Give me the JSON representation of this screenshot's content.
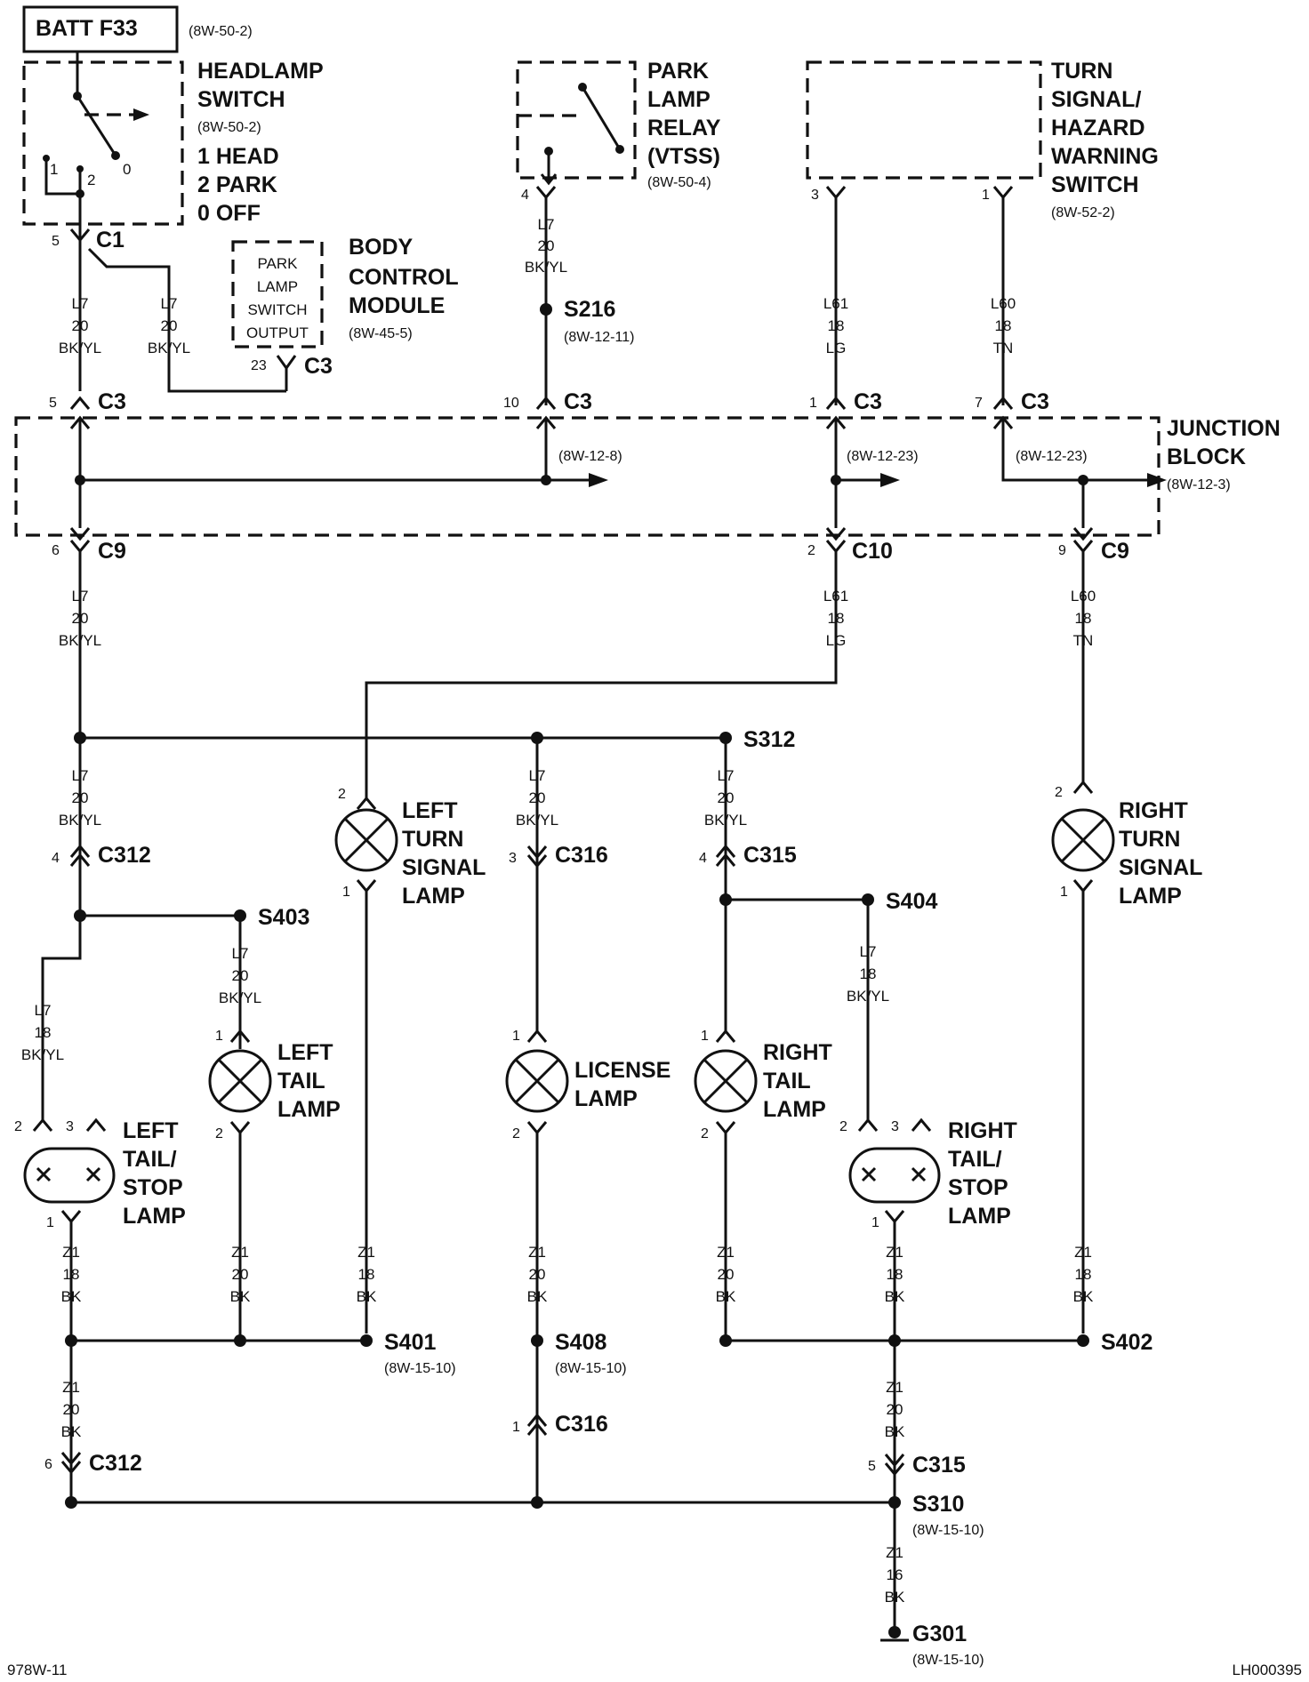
{
  "fuse": {
    "label": "BATT F33",
    "ref": "(8W-50-2)"
  },
  "headlamp_switch": {
    "title": [
      "HEADLAMP",
      "SWITCH"
    ],
    "ref": "(8W-50-2)",
    "positions": [
      "1 HEAD",
      "2 PARK",
      "0 OFF"
    ],
    "contact_labels": [
      "1",
      "2",
      "0"
    ],
    "pin": "5",
    "connector": "C1"
  },
  "park_lamp_relay": {
    "title": [
      "PARK",
      "LAMP",
      "RELAY",
      "(VTSS)"
    ],
    "ref": "(8W-50-4)",
    "pin": "4"
  },
  "turn_hazard_switch": {
    "title": [
      "TURN",
      "SIGNAL/",
      "HAZARD",
      "WARNING",
      "SWITCH"
    ],
    "ref": "(8W-52-2)",
    "pins": [
      "3",
      "1"
    ]
  },
  "body_control_module": {
    "title": [
      "BODY",
      "CONTROL",
      "MODULE"
    ],
    "ref": "(8W-45-5)",
    "inner_text": [
      "PARK",
      "LAMP",
      "SWITCH",
      "OUTPUT"
    ],
    "pin": "23",
    "connector": "C3"
  },
  "splices_top": {
    "s216": {
      "label": "S216",
      "ref": "(8W-12-11)"
    }
  },
  "junction_block": {
    "title": [
      "JUNCTION",
      "BLOCK"
    ],
    "ref": "(8W-12-3)",
    "internal_refs": [
      "(8W-12-8)",
      "(8W-12-23)",
      "(8W-12-23)"
    ],
    "top_connectors": [
      {
        "pin": "5",
        "name": "C3"
      },
      {
        "pin": "10",
        "name": "C3"
      },
      {
        "pin": "1",
        "name": "C3"
      },
      {
        "pin": "7",
        "name": "C3"
      }
    ],
    "bottom_connectors": [
      {
        "pin": "6",
        "name": "C9"
      },
      {
        "pin": "2",
        "name": "C10"
      },
      {
        "pin": "9",
        "name": "C9"
      }
    ]
  },
  "wires": {
    "l7_20_bkyl": [
      "L7",
      "20",
      "BK/YL"
    ],
    "l7_18_bkyl": [
      "L7",
      "18",
      "BK/YL"
    ],
    "l61_18_lg": [
      "L61",
      "18",
      "LG"
    ],
    "l60_18_tn": [
      "L60",
      "18",
      "TN"
    ],
    "z1_18_bk": [
      "Z1",
      "18",
      "BK"
    ],
    "z1_20_bk": [
      "Z1",
      "20",
      "BK"
    ],
    "z1_16_bk": [
      "Z1",
      "16",
      "BK"
    ]
  },
  "splices": {
    "s312": "S312",
    "s403": "S403",
    "s404": "S404",
    "s401": {
      "label": "S401",
      "ref": "(8W-15-10)"
    },
    "s408": {
      "label": "S408",
      "ref": "(8W-15-10)"
    },
    "s402": "S402",
    "s310": {
      "label": "S310",
      "ref": "(8W-15-10)"
    }
  },
  "connectors_mid": {
    "c312_top": {
      "pin": "4",
      "name": "C312"
    },
    "c316_top": {
      "pin": "3",
      "name": "C316"
    },
    "c315_top": {
      "pin": "4",
      "name": "C315"
    },
    "c316_bot": {
      "pin": "1",
      "name": "C316"
    },
    "c312_bot": {
      "pin": "6",
      "name": "C312"
    },
    "c315_bot": {
      "pin": "5",
      "name": "C315"
    }
  },
  "lamps": {
    "left_turn": {
      "title": [
        "LEFT",
        "TURN",
        "SIGNAL",
        "LAMP"
      ],
      "pins": [
        "2",
        "1"
      ]
    },
    "right_turn": {
      "title": [
        "RIGHT",
        "TURN",
        "SIGNAL",
        "LAMP"
      ],
      "pins": [
        "2",
        "1"
      ]
    },
    "left_tail": {
      "title": [
        "LEFT",
        "TAIL",
        "LAMP"
      ],
      "pins": [
        "1",
        "2"
      ]
    },
    "license": {
      "title": [
        "LICENSE",
        "LAMP"
      ],
      "pins": [
        "1",
        "2"
      ]
    },
    "right_tail": {
      "title": [
        "RIGHT",
        "TAIL",
        "LAMP"
      ],
      "pins": [
        "1",
        "2"
      ]
    },
    "left_tail_stop": {
      "title": [
        "LEFT",
        "TAIL/",
        "STOP",
        "LAMP"
      ],
      "pins": [
        "2",
        "3",
        "1"
      ]
    },
    "right_tail_stop": {
      "title": [
        "RIGHT",
        "TAIL/",
        "STOP",
        "LAMP"
      ],
      "pins": [
        "2",
        "3",
        "1"
      ]
    }
  },
  "ground": {
    "label": "G301",
    "ref": "(8W-15-10)"
  },
  "footer": {
    "left": "978W-11",
    "right": "LH000395"
  }
}
